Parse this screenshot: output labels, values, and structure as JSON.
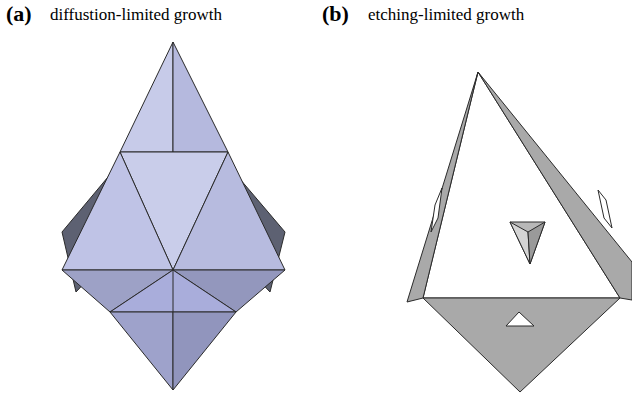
{
  "diagram": {
    "labels": [
      "(a)",
      "diffustion-limited growth",
      "(b)",
      "etching-limited growth"
    ]
  }
}
